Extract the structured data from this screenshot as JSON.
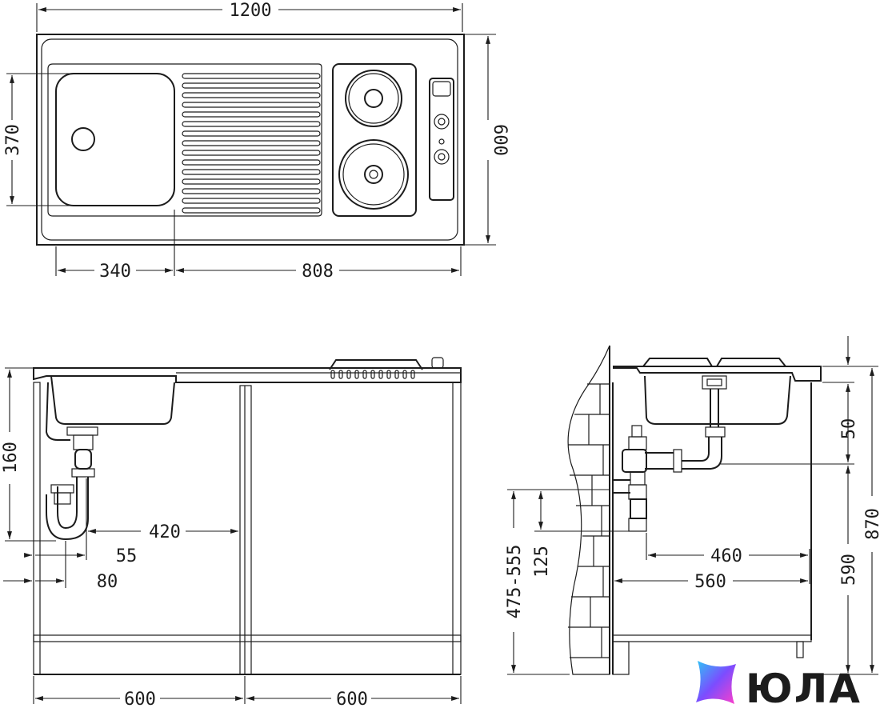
{
  "dimensions": {
    "total_width": "1200",
    "depth": "600",
    "bowl_depth": "370",
    "bowl_width": "340",
    "drainer_width": "808",
    "bowl_height": "160",
    "trap_offset": "420",
    "trap_55": "55",
    "trap_80": "80",
    "cabinet_left": "600",
    "cabinet_right": "600",
    "side_50": "50",
    "side_870": "870",
    "side_590": "590",
    "side_460": "460",
    "side_560": "560",
    "side_475_555": "475-555",
    "side_125": "125"
  },
  "logo": {
    "text": "ЮЛА",
    "colors": [
      "#2ec5f5",
      "#7b4dff",
      "#ff3ec9"
    ]
  }
}
